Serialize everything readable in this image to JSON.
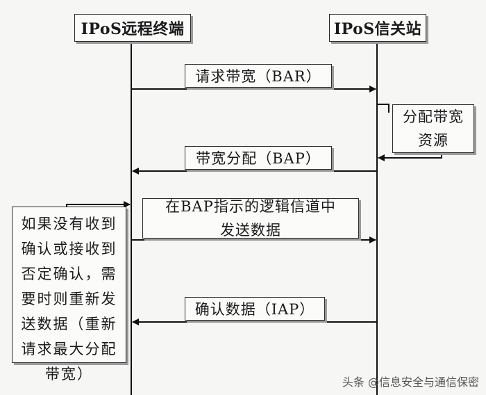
{
  "diagram": {
    "left_actor": "IPoS远程终端",
    "right_actor": "IPoS信关站",
    "messages": {
      "bar": "请求带宽（BAR）",
      "allocate_resource": "分配带宽\n资源",
      "bap": "带宽分配（BAP）",
      "send_data": "在BAP指示的逻辑信道中\n发送数据",
      "iap": "确认数据（IAP）"
    },
    "retry_note": "如果没有收到\n确认或接收到\n否定确认，需\n要时则重新发\n送数据（重新\n请求最大分配\n带宽）"
  },
  "watermark": "头条 @信息安全与通信保密"
}
